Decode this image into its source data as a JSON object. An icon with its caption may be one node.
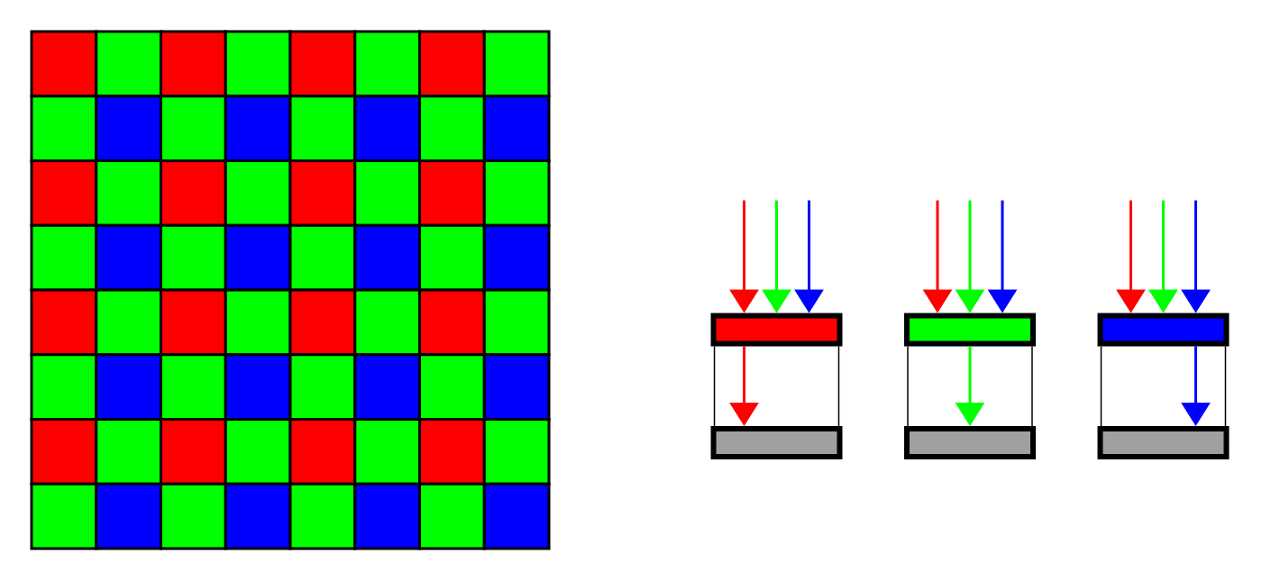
{
  "diagram": {
    "nodes": [
      {
        "text": [],
        "shape": "bar"
      },
      {
        "text": [],
        "shape": "bar"
      },
      {
        "text": [],
        "shape": "bar"
      },
      {
        "text": [],
        "shape": "bar"
      },
      {
        "text": [],
        "shape": "bar"
      },
      {
        "text": [],
        "shape": "bar"
      }
    ],
    "edges": [
      {
        "from": null,
        "to": 0,
        "arrow": "to",
        "color": "#ff0000"
      },
      {
        "from": null,
        "to": 0,
        "arrow": "to",
        "color": "#00ff00"
      },
      {
        "from": null,
        "to": 0,
        "arrow": "to",
        "color": "#0000ff"
      },
      {
        "from": null,
        "to": 1,
        "arrow": "to",
        "color": "#ff0000"
      },
      {
        "from": null,
        "to": 1,
        "arrow": "to",
        "color": "#00ff00"
      },
      {
        "from": null,
        "to": 1,
        "arrow": "to",
        "color": "#0000ff"
      },
      {
        "from": null,
        "to": 2,
        "arrow": "to",
        "color": "#ff0000"
      },
      {
        "from": null,
        "to": 2,
        "arrow": "to",
        "color": "#00ff00"
      },
      {
        "from": null,
        "to": 2,
        "arrow": "to",
        "color": "#0000ff"
      },
      {
        "from": 0,
        "to": 3,
        "arrow": "to",
        "color": "#ff0000"
      },
      {
        "from": 1,
        "to": 4,
        "arrow": "to",
        "color": "#00ff00"
      },
      {
        "from": 2,
        "to": 5,
        "arrow": "to",
        "color": "#0000ff"
      },
      {
        "from": 0,
        "to": 3,
        "arrow": "none",
        "color": "#000000"
      },
      {
        "from": 0,
        "to": 3,
        "arrow": "none",
        "color": "#000000"
      },
      {
        "from": 1,
        "to": 4,
        "arrow": "none",
        "color": "#000000"
      },
      {
        "from": 1,
        "to": 4,
        "arrow": "none",
        "color": "#000000"
      },
      {
        "from": 2,
        "to": 5,
        "arrow": "none",
        "color": "#000000"
      },
      {
        "from": 2,
        "to": 5,
        "arrow": "none",
        "color": "#000000"
      }
    ]
  }
}
